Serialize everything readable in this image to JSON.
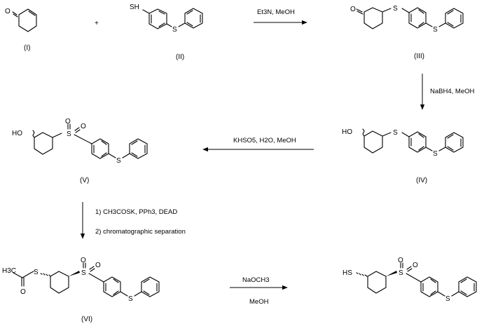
{
  "scheme_title": "",
  "compounds": {
    "I": {
      "label": "(I)",
      "atoms": {
        "O": "O"
      }
    },
    "II": {
      "label": "(II)",
      "atoms": {
        "SH": "SH",
        "S": "S"
      }
    },
    "III": {
      "label": "(III)",
      "atoms": {
        "O": "O",
        "S1": "S",
        "S2": "S"
      }
    },
    "IV": {
      "label": "(IV)",
      "atoms": {
        "HO": "HO",
        "S1": "S",
        "S2": "S"
      }
    },
    "V": {
      "label": "(V)",
      "atoms": {
        "HO": "HO",
        "S1": "S",
        "O1": "O",
        "O2": "O",
        "S2": "S"
      }
    },
    "VI": {
      "label": "(VI)",
      "atoms": {
        "H3C": "H3C",
        "S": "S",
        "O_acyl": "O",
        "S1": "S",
        "O1": "O",
        "O2": "O",
        "S2": "S"
      }
    },
    "product": {
      "label": "",
      "atoms": {
        "HS": "HS",
        "S1": "S",
        "O1": "O",
        "O2": "O",
        "S2": "S"
      }
    }
  },
  "plus_sign": "+",
  "reactions": {
    "step1": {
      "reagents": "Et3N, MeOH"
    },
    "step2": {
      "reagents": "NaBH4, MeOH"
    },
    "step3": {
      "reagents": "KHSO5, H2O, MeOH"
    },
    "step4": {
      "line1": "1) CH3COSK, PPh3, DEAD",
      "line2": "2) chromatographic separation"
    },
    "step5": {
      "above": "NaOCH3",
      "below": "MeOH"
    }
  }
}
